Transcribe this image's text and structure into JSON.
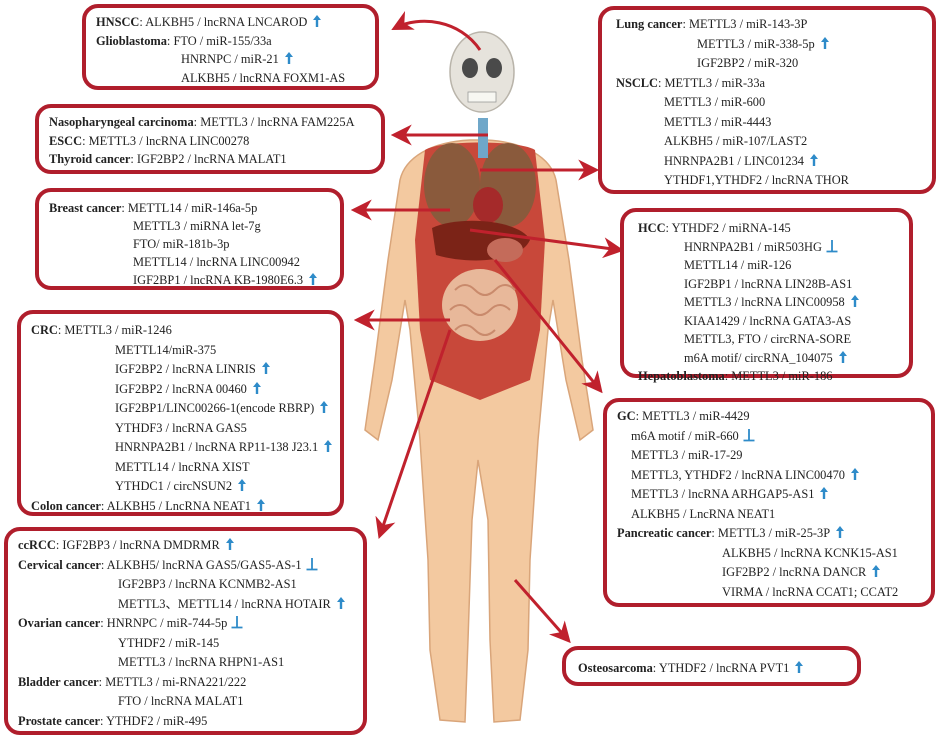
{
  "colors": {
    "border": "#b01e2c",
    "arrow_red": "#c0212d",
    "up_arrow": "#2e8bc9",
    "inhibit": "#2e8bc9"
  },
  "boxes": [
    {
      "id": "head",
      "lines": [
        {
          "label": "HNSCC",
          "text": ": ALKBH5 / lncRNA LNCAROD",
          "mark": "up"
        },
        {
          "label": "Glioblastoma",
          "text": ": FTO / miR-155/33a",
          "mark": ""
        },
        {
          "label": "",
          "text": "HNRNPC / miR-21",
          "mark": "up"
        },
        {
          "label": "",
          "text": "ALKBH5 / lncRNA FOXM1-AS",
          "mark": ""
        }
      ]
    },
    {
      "id": "naso",
      "lines": [
        {
          "label": "Nasopharyngeal carcinoma",
          "text": ": METTL3 / lncRNA FAM225A",
          "mark": ""
        },
        {
          "label": "ESCC",
          "text": ": METTL3 / lncRNA LINC00278",
          "mark": ""
        },
        {
          "label": "Thyroid cancer",
          "text": ": IGF2BP2 / lncRNA MALAT1",
          "mark": ""
        }
      ]
    },
    {
      "id": "breast",
      "lines": [
        {
          "label": "Breast cancer",
          "text": ": METTL14 / miR-146a-5p",
          "mark": ""
        },
        {
          "label": "",
          "text": "METTL3 / miRNA let-7g",
          "mark": ""
        },
        {
          "label": "",
          "text": "FTO/ miR-181b-3p",
          "mark": ""
        },
        {
          "label": "",
          "text": "METTL14 / lncRNA LINC00942",
          "mark": ""
        },
        {
          "label": "",
          "text": "IGF2BP1 / lncRNA KB-1980E6.3",
          "mark": "up"
        }
      ]
    },
    {
      "id": "crc",
      "lines": [
        {
          "label": "CRC",
          "text": ": METTL3 / miR-1246",
          "mark": ""
        },
        {
          "label": "",
          "text": "METTL14/miR-375",
          "mark": ""
        },
        {
          "label": "",
          "text": "IGF2BP2 / lncRNA LINRIS",
          "mark": "up"
        },
        {
          "label": "",
          "text": "IGF2BP2 / lncRNA 00460",
          "mark": "up"
        },
        {
          "label": "",
          "text": "IGF2BP1/LINC00266-1(encode RBRP)",
          "mark": "up"
        },
        {
          "label": "",
          "text": "YTHDF3 / lncRNA GAS5",
          "mark": ""
        },
        {
          "label": "",
          "text": "HNRNPA2B1 / lncRNA RP11-138 J23.1",
          "mark": "up"
        },
        {
          "label": "",
          "text": "METTL14 / lncRNA XIST",
          "mark": ""
        },
        {
          "label": "",
          "text": "YTHDC1 / circNSUN2",
          "mark": "up"
        },
        {
          "label": "Colon cancer",
          "text": ": ALKBH5 / LncRNA NEAT1",
          "mark": "up"
        }
      ]
    },
    {
      "id": "ccrcc",
      "lines": [
        {
          "label": "ccRCC",
          "text": ": IGF2BP3 / lncRNA DMDRMR",
          "mark": "up"
        },
        {
          "label": "Cervical cancer",
          "text": ": ALKBH5/ lncRNA GAS5/GAS5-AS-1",
          "mark": "inhibit"
        },
        {
          "label": "",
          "text": "IGF2BP3 / lncRNA KCNMB2-AS1",
          "mark": ""
        },
        {
          "label": "",
          "text": "METTL3、METTL14 / lncRNA HOTAIR",
          "mark": "up"
        },
        {
          "label": "Ovarian cancer",
          "text": ": HNRNPC / miR-744-5p",
          "mark": "inhibit"
        },
        {
          "label": "",
          "text": "YTHDF2 / miR-145",
          "mark": ""
        },
        {
          "label": "",
          "text": "METTL3 / lncRNA RHPN1-AS1",
          "mark": ""
        },
        {
          "label": "Bladder cancer",
          "text": ": METTL3 / mi-RNA221/222",
          "mark": ""
        },
        {
          "label": "",
          "text": "FTO / lncRNA MALAT1",
          "mark": ""
        },
        {
          "label": "Prostate cancer",
          "text": ": YTHDF2 / miR-495",
          "mark": ""
        }
      ]
    },
    {
      "id": "lung",
      "lines": [
        {
          "label": "Lung cancer",
          "text": ": METTL3 / miR-143-3P",
          "mark": ""
        },
        {
          "label": "",
          "text": "METTL3 / miR-338-5p",
          "mark": "up"
        },
        {
          "label": "",
          "text": "IGF2BP2 / miR-320",
          "mark": ""
        },
        {
          "label": "NSCLC",
          "text": ": METTL3 / miR-33a",
          "mark": ""
        },
        {
          "label": "",
          "text": "METTL3 / miR-600",
          "mark": ""
        },
        {
          "label": "",
          "text": "METTL3 / miR-4443",
          "mark": ""
        },
        {
          "label": "",
          "text": "ALKBH5 / miR-107/LAST2",
          "mark": ""
        },
        {
          "label": "",
          "text": "HNRNPA2B1 / LINC01234",
          "mark": "up"
        },
        {
          "label": "",
          "text": "YTHDF1,YTHDF2 / lncRNA THOR",
          "mark": ""
        }
      ]
    },
    {
      "id": "hcc",
      "lines": [
        {
          "label": "HCC",
          "text": ":  YTHDF2 / miRNA-145",
          "mark": ""
        },
        {
          "label": "",
          "text": "HNRNPA2B1 / miR503HG",
          "mark": "inhibit"
        },
        {
          "label": "",
          "text": "METTL14 / miR-126",
          "mark": ""
        },
        {
          "label": "",
          "text": "IGF2BP1 / lncRNA LIN28B-AS1",
          "mark": ""
        },
        {
          "label": "",
          "text": "METTL3 / lncRNA LINC00958",
          "mark": "up"
        },
        {
          "label": "",
          "text": "KIAA1429 / lncRNA GATA3-AS",
          "mark": ""
        },
        {
          "label": "",
          "text": "METTL3, FTO / circRNA-SORE",
          "mark": ""
        },
        {
          "label": "",
          "text": "m6A motif/ circRNA_104075",
          "mark": "up"
        },
        {
          "label": "Hepatoblastoma",
          "text": ": METTL3 / miR-186",
          "mark": ""
        }
      ]
    },
    {
      "id": "gc",
      "lines": [
        {
          "label": "GC",
          "text": ": METTL3 / miR-4429",
          "mark": ""
        },
        {
          "label": "",
          "text": "m6A motif  / miR-660",
          "mark": "inhibit"
        },
        {
          "label": "",
          "text": "METTL3 / miR-17-29",
          "mark": ""
        },
        {
          "label": "",
          "text": "METTL3, YTHDF2 / lncRNA LINC00470",
          "mark": "up"
        },
        {
          "label": "",
          "text": "METTL3 / lncRNA ARHGAP5-AS1",
          "mark": "up"
        },
        {
          "label": "",
          "text": "ALKBH5 / LncRNA NEAT1",
          "mark": ""
        },
        {
          "label": "Pancreatic cancer",
          "text": ": METTL3 / miR-25-3P",
          "mark": "up"
        },
        {
          "label": "",
          "text": "ALKBH5 / lncRNA KCNK15-AS1",
          "mark": ""
        },
        {
          "label": "",
          "text": "IGF2BP2 / lncRNA DANCR",
          "mark": "up"
        },
        {
          "label": "",
          "text": "VIRMA / lncRNA CCAT1; CCAT2",
          "mark": ""
        }
      ]
    },
    {
      "id": "osteo",
      "lines": [
        {
          "label": "Osteosarcoma",
          "text": ": YTHDF2 / lncRNA PVT1",
          "mark": "up"
        }
      ]
    }
  ]
}
